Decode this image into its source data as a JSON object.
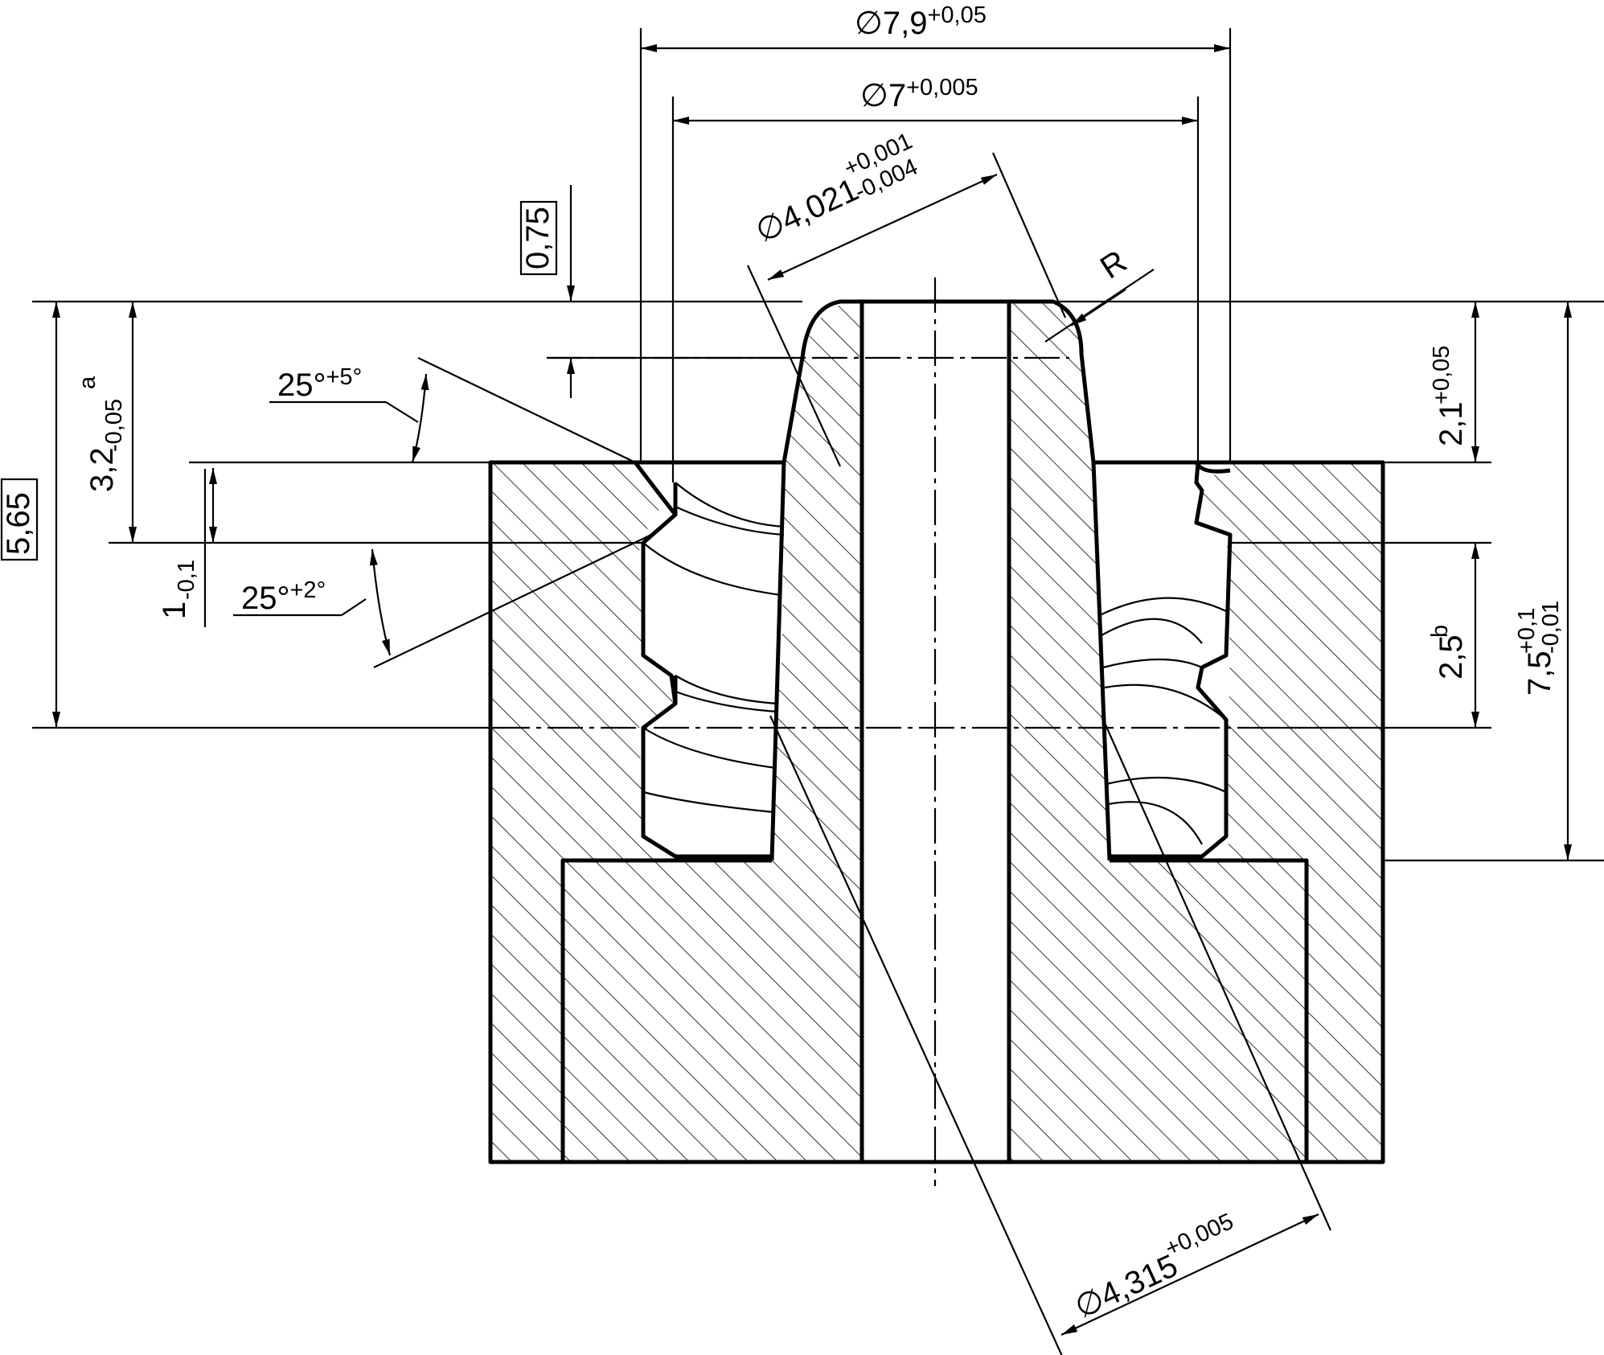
{
  "dimensions": {
    "outer_diameter": {
      "main": "∅7,9",
      "upper": "+0,05"
    },
    "inner_diameter": {
      "main": "∅7",
      "upper": "+0,005"
    },
    "taper_top_diam": {
      "main": "∅4,021",
      "upper": "+0,001",
      "lower": "-0,004"
    },
    "taper_base_diam": {
      "main": "∅4,315",
      "upper": "+0,005"
    },
    "basic_0_75": {
      "main": "0,75"
    },
    "basic_5_65": {
      "main": "5,65"
    },
    "radius": {
      "main": "R"
    },
    "height_3_2": {
      "main": "3,2",
      "lower": "-0,05",
      "note": "a"
    },
    "height_1": {
      "main": "1",
      "lower": "-0,1"
    },
    "angle_upper": {
      "main": "25°",
      "upper": "+5°"
    },
    "angle_lower": {
      "main": "25°",
      "upper": "+2°"
    },
    "height_2_1": {
      "main": "2,1",
      "upper": "+0,05"
    },
    "height_2_5": {
      "main": "2,5",
      "note": "b"
    },
    "height_7_5": {
      "main": "7,5",
      "upper": "+0,1",
      "lower": "-0,01"
    }
  },
  "colors": {
    "line": "#000000",
    "background": "#ffffff"
  }
}
